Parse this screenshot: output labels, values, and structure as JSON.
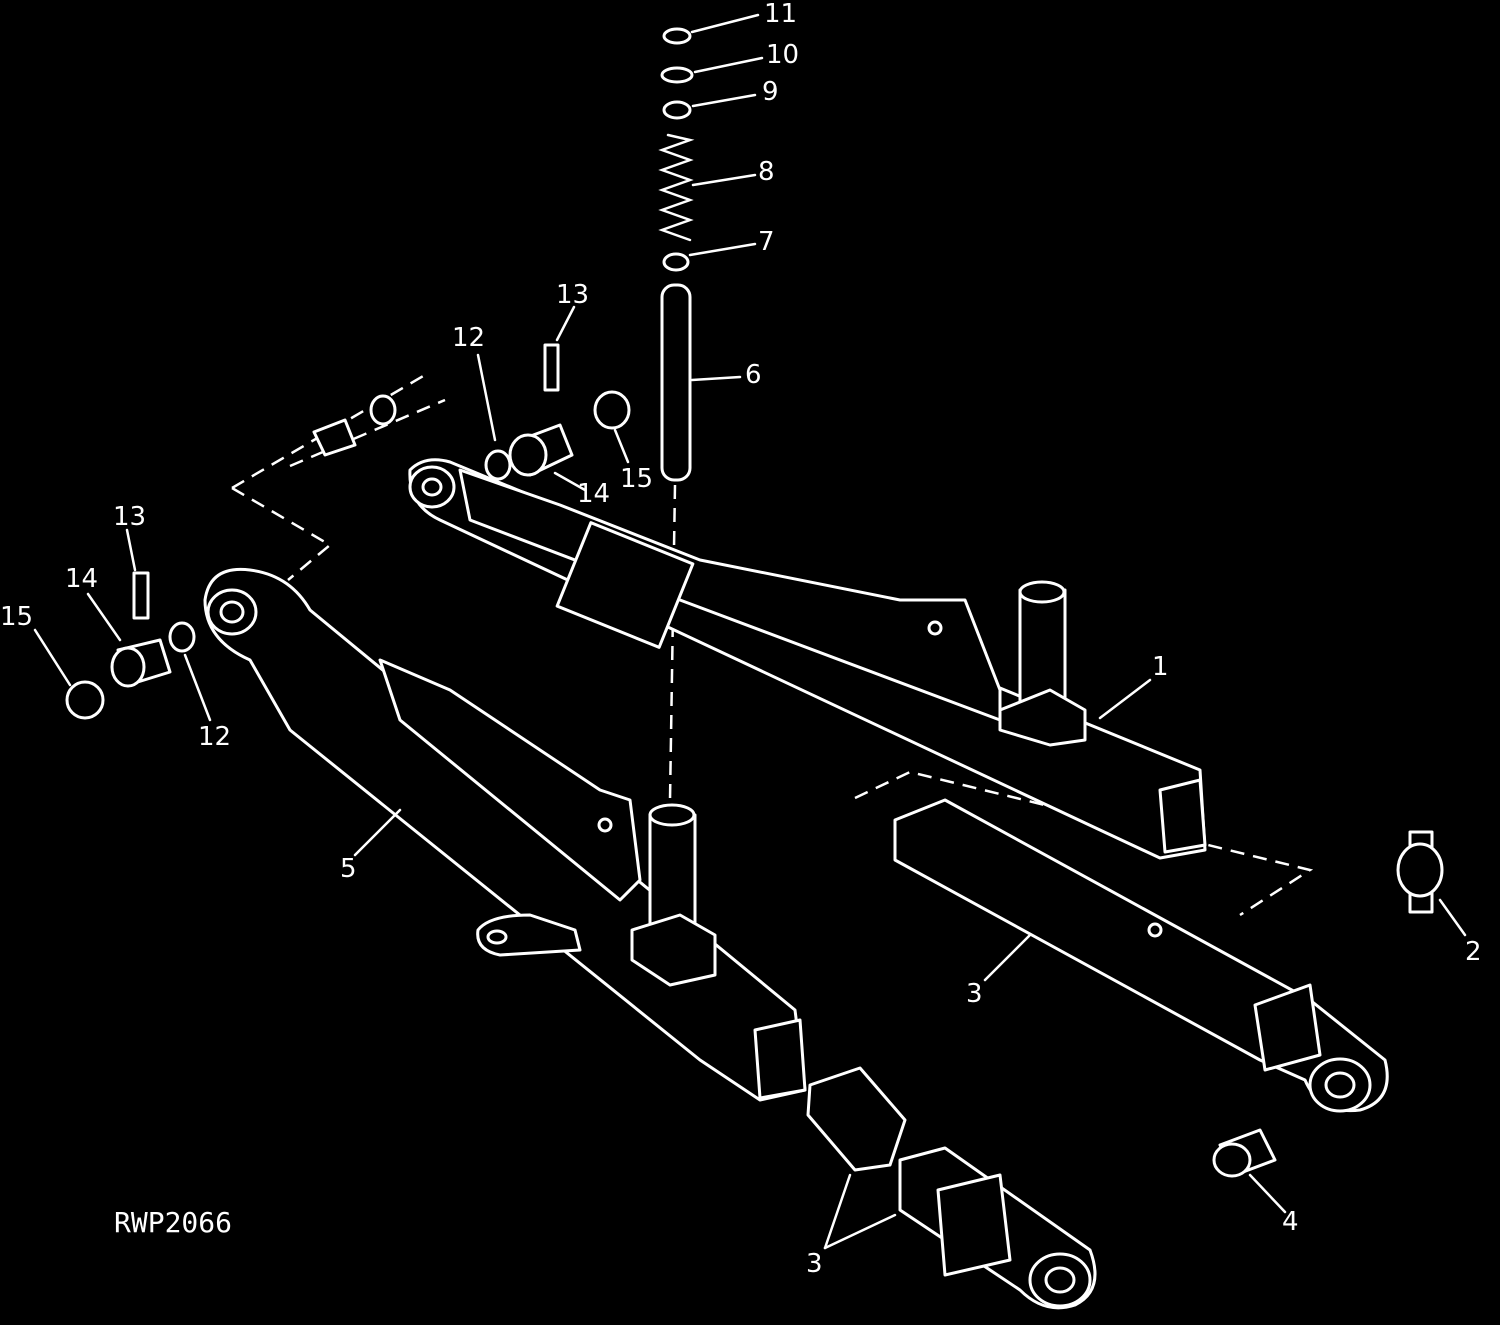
{
  "figure_code": "RWP2066",
  "callouts": {
    "c1": "1",
    "c2": "2",
    "c3a": "3",
    "c3b": "3",
    "c4": "4",
    "c5": "5",
    "c6": "6",
    "c7": "7",
    "c8": "8",
    "c9": "9",
    "c10": "10",
    "c11": "11",
    "c12a": "12",
    "c12b": "12",
    "c13a": "13",
    "c13b": "13",
    "c14a": "14",
    "c14b": "14",
    "c15a": "15",
    "c15b": "15"
  },
  "colors": {
    "background": "#000000",
    "line": "#ffffff"
  }
}
